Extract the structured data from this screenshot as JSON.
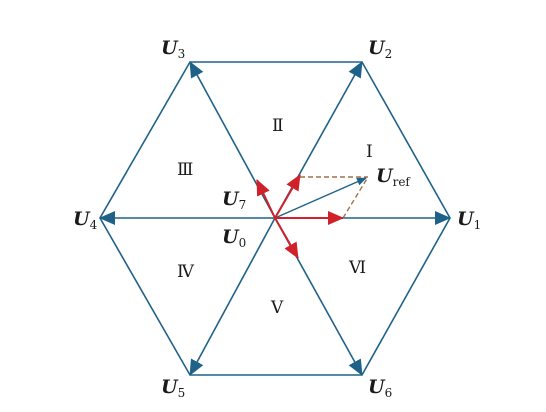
{
  "colors": {
    "hexagon": "#1f6289",
    "blue_vector": "#1f6289",
    "red_vector": "#d0212b",
    "dashed": "#a0724a",
    "text": "#1a1a1a"
  },
  "vectors": [
    {
      "id": "U1",
      "main": "U",
      "sub": "1"
    },
    {
      "id": "U2",
      "main": "U",
      "sub": "2"
    },
    {
      "id": "U3",
      "main": "U",
      "sub": "3"
    },
    {
      "id": "U4",
      "main": "U",
      "sub": "4"
    },
    {
      "id": "U5",
      "main": "U",
      "sub": "5"
    },
    {
      "id": "U6",
      "main": "U",
      "sub": "6"
    },
    {
      "id": "U7",
      "main": "U",
      "sub": "7"
    },
    {
      "id": "U0",
      "main": "U",
      "sub": "0"
    },
    {
      "id": "Uref",
      "main": "U",
      "sub": "ref"
    }
  ],
  "sectors": [
    "I",
    "Ⅱ",
    "Ⅲ",
    "Ⅳ",
    "V",
    "Ⅵ"
  ]
}
